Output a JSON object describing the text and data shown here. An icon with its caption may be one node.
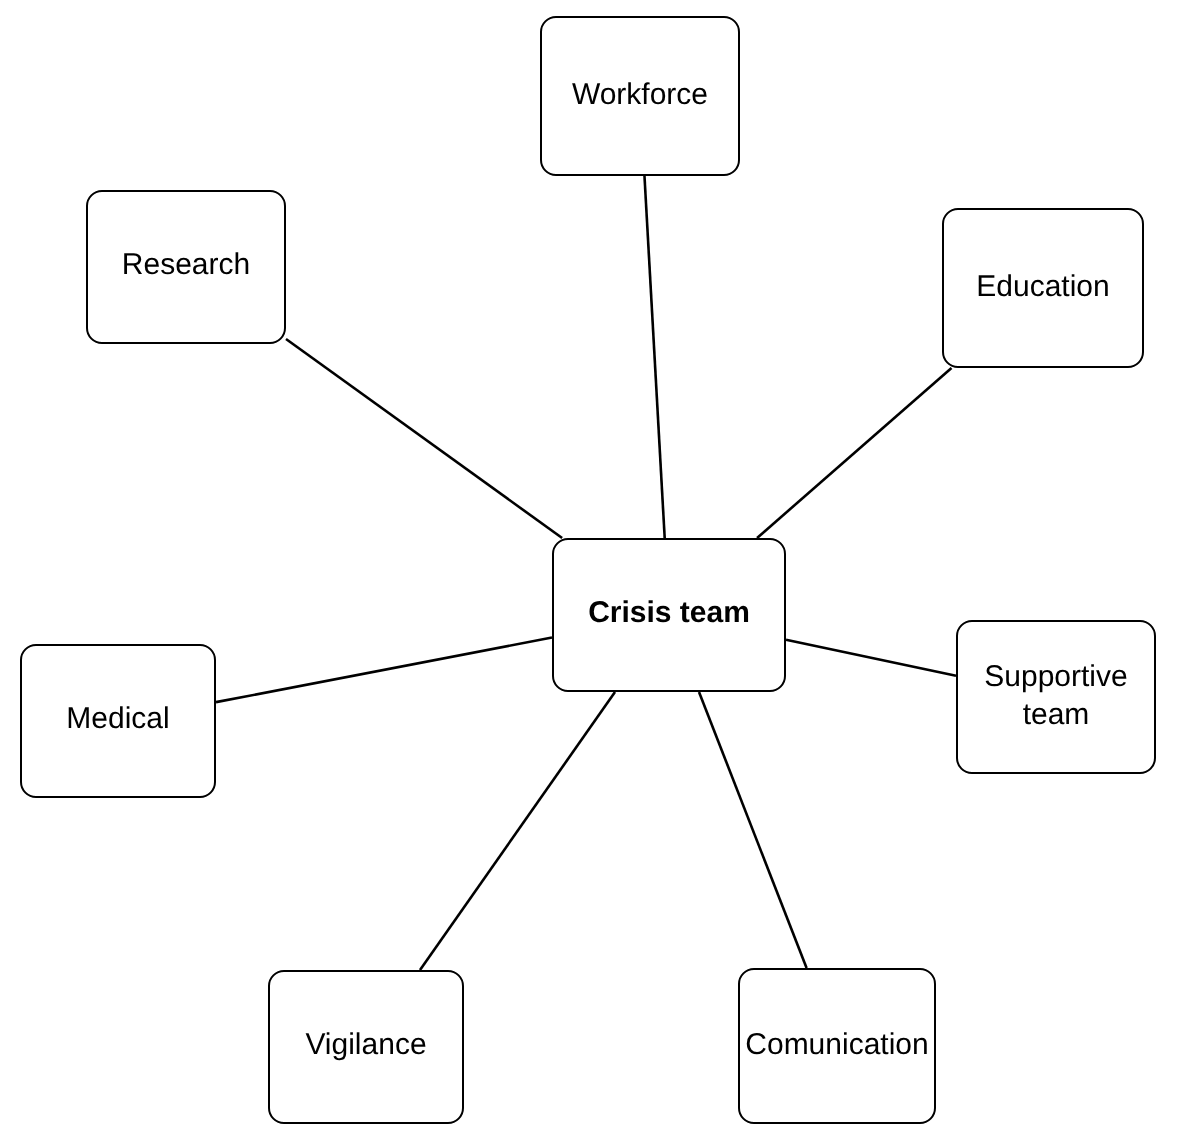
{
  "diagram": {
    "nodes": [
      {
        "text": [
          "Workforce"
        ]
      },
      {
        "text": [
          "Research"
        ]
      },
      {
        "text": [
          "Education"
        ]
      },
      {
        "text": [
          "Crisis team"
        ]
      },
      {
        "text": [
          "Supportive team"
        ]
      },
      {
        "text": [
          "Medical"
        ]
      },
      {
        "text": [
          "Vigilance"
        ]
      },
      {
        "text": [
          "Comunication"
        ]
      }
    ],
    "edges": [
      {
        "from": 3,
        "to": 0,
        "arrow": "none"
      },
      {
        "from": 3,
        "to": 1,
        "arrow": "none"
      },
      {
        "from": 3,
        "to": 2,
        "arrow": "none"
      },
      {
        "from": 3,
        "to": 4,
        "arrow": "none"
      },
      {
        "from": 3,
        "to": 5,
        "arrow": "none"
      },
      {
        "from": 3,
        "to": 6,
        "arrow": "none"
      },
      {
        "from": 3,
        "to": 7,
        "arrow": "none"
      }
    ]
  }
}
